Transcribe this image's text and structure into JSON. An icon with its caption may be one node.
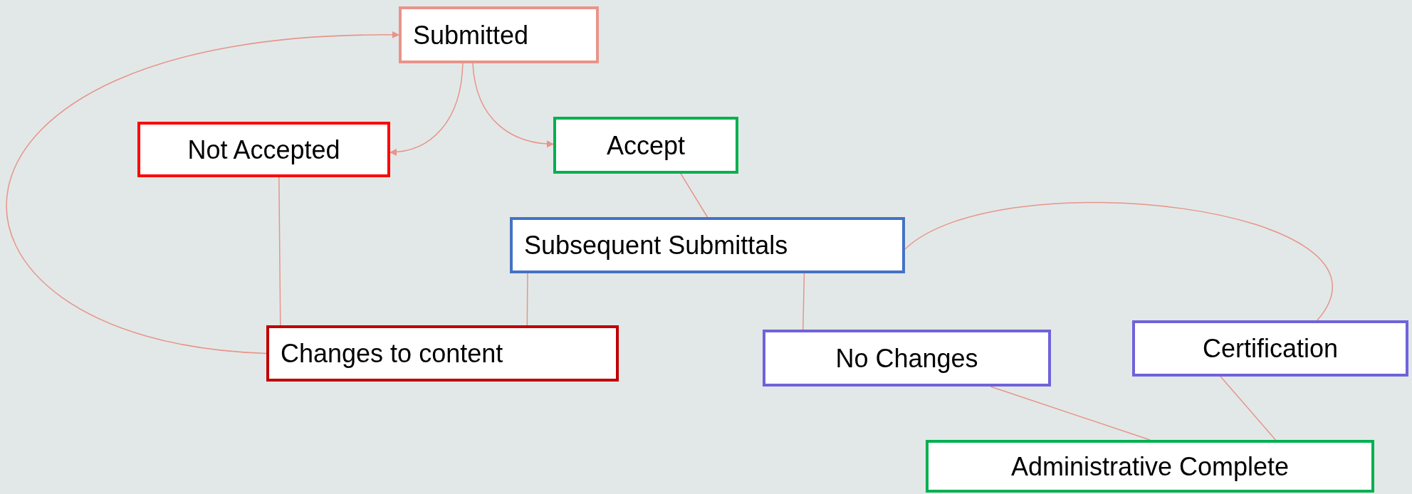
{
  "diagram": {
    "nodes": [
      {
        "text": [
          "Submitted"
        ]
      },
      {
        "text": [
          "Not Accepted"
        ]
      },
      {
        "text": [
          "Accept"
        ]
      },
      {
        "text": [
          "Subsequent Submittals"
        ]
      },
      {
        "text": [
          "Changes to content"
        ]
      },
      {
        "text": [
          "No Changes"
        ]
      },
      {
        "text": [
          "Certification"
        ]
      },
      {
        "text": [
          "Administrative Complete"
        ]
      }
    ],
    "edges": [
      {
        "from": 0,
        "to": 1,
        "arrow": "to"
      },
      {
        "from": 0,
        "to": 2,
        "arrow": "to"
      },
      {
        "from": 2,
        "to": 3,
        "arrow": "none"
      },
      {
        "from": 1,
        "to": 4,
        "arrow": "none"
      },
      {
        "from": 3,
        "to": 4,
        "arrow": "none"
      },
      {
        "from": 3,
        "to": 5,
        "arrow": "none"
      },
      {
        "from": 3,
        "to": 6,
        "arrow": "none"
      },
      {
        "from": 4,
        "to": 0,
        "arrow": "to"
      },
      {
        "from": 5,
        "to": 7,
        "arrow": "none"
      },
      {
        "from": 6,
        "to": 7,
        "arrow": "none"
      }
    ]
  }
}
